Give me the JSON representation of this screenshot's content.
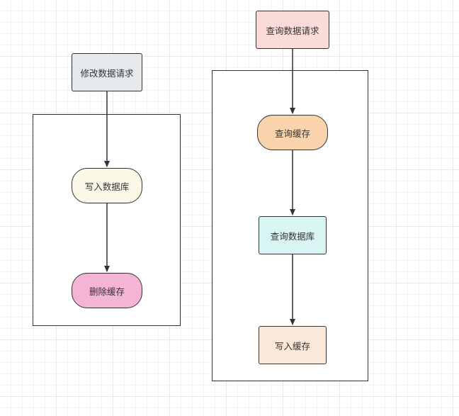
{
  "left_flow": {
    "start": {
      "label": "修改数据请求",
      "color": "#e5e9ec"
    },
    "step1": {
      "label": "写入数据库",
      "color": "#fbf8e8"
    },
    "step2": {
      "label": "删除缓存",
      "color": "#f4b4d6"
    }
  },
  "right_flow": {
    "start": {
      "label": "查询数据请求",
      "color": "#fadbd7"
    },
    "step1": {
      "label": "查询缓存",
      "color": "#f9d3ac"
    },
    "step2": {
      "label": "查询数据库",
      "color": "#d9f5f3"
    },
    "step3": {
      "label": "写入缓存",
      "color": "#fce8d8"
    }
  }
}
